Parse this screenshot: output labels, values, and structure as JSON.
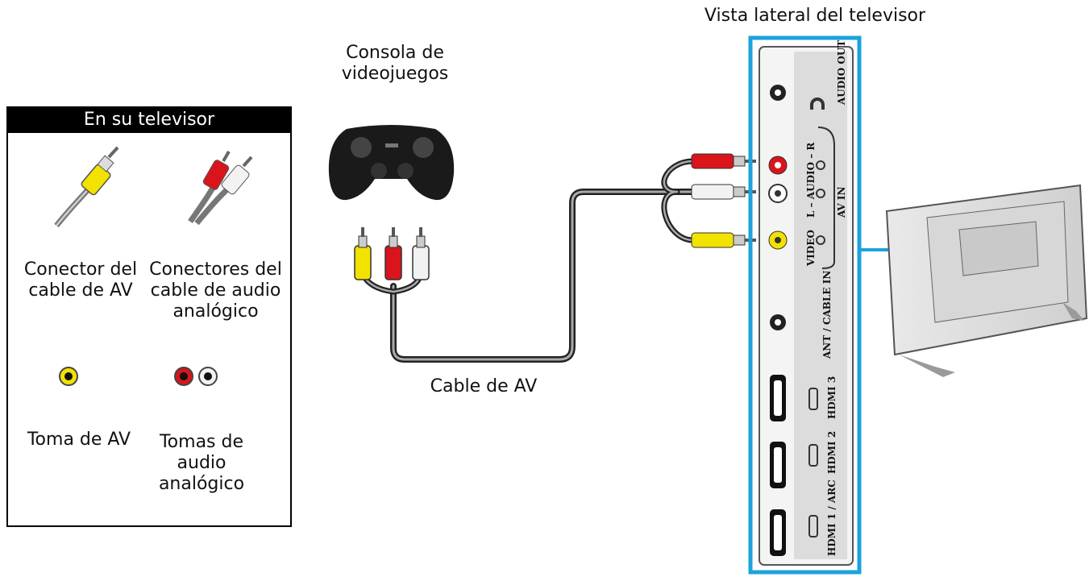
{
  "diagram_title": "Vista lateral del televisor",
  "legend": {
    "header": "En su televisor",
    "av_connector_label": "Conector del cable de AV",
    "audio_connectors_label": "Conectores del cable de audio analógico",
    "av_jack_label": "Toma de AV",
    "audio_jacks_label": "Tomas de audio analógico"
  },
  "console_label": "Consola de videojuegos",
  "cable_label": "Cable de AV",
  "tv_panel": {
    "ports": [
      "AUDIO OUT",
      "L – AUDIO – R",
      "AV IN",
      "VIDEO",
      "ANT / CABLE IN",
      "HDMI 3",
      "HDMI 2",
      "HDMI 1 / ARC"
    ]
  },
  "colors": {
    "highlight": "#1ba3dc",
    "red": "#d9141b",
    "yellow": "#f2e200",
    "white": "#f2f2f2",
    "black": "#000000"
  }
}
